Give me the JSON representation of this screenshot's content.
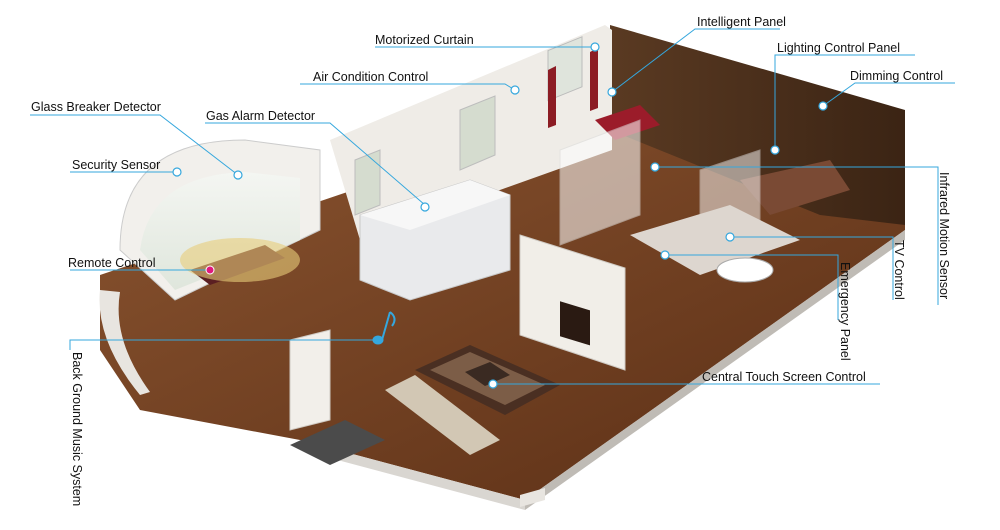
{
  "labels": {
    "motorized_curtain": "Motorized Curtain",
    "intelligent_panel": "Intelligent Panel",
    "lighting_control_panel": "Lighting Control Panel",
    "air_condition_control": "Air Condition Control",
    "dimming_control": "Dimming Control",
    "glass_breaker_detector": "Glass Breaker Detector",
    "gas_alarm_detector": "Gas Alarm Detector",
    "security_sensor": "Security Sensor",
    "remote_control": "Remote Control",
    "central_touch_screen_control": "Central Touch Screen Control",
    "back_ground_music_system": "Back Ground Music System",
    "emergency_panel": "Emergency Panel",
    "tv_control": "TV Control",
    "infrared_motion_sensor": "Infrared Motion Sensor"
  },
  "colors": {
    "leader_line": "#35a7dd",
    "dot": "#ffffff",
    "remote_dot": "#e0197d",
    "floor": "#6b3b1f",
    "wall": "#ece9e4",
    "wall_shadow": "#c9c5bf"
  }
}
